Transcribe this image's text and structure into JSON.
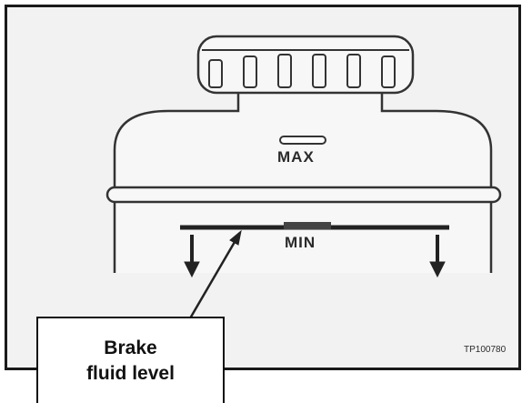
{
  "diagram": {
    "max_label": "MAX",
    "min_label": "MIN",
    "callout_line1": "Brake",
    "callout_line2": "fluid level",
    "figure_code": "TP100780"
  }
}
